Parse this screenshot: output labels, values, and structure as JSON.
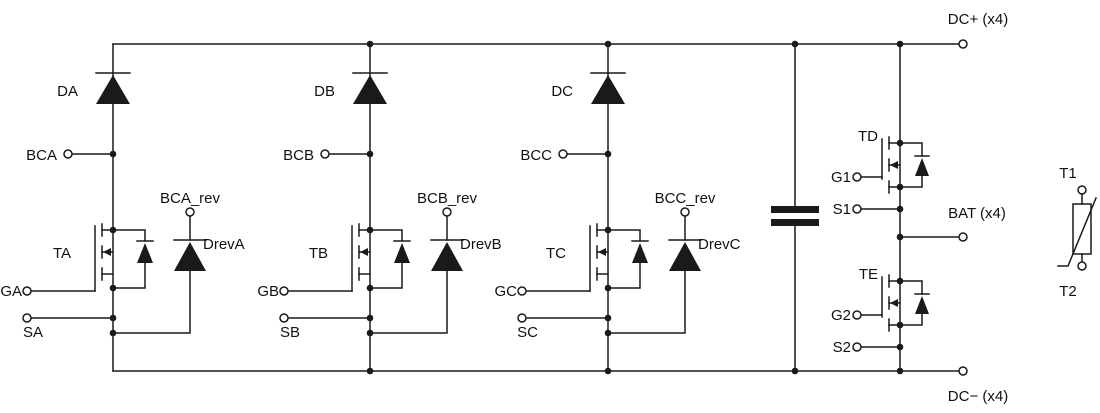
{
  "rails": {
    "dc_plus": "DC+ (x4)",
    "dc_minus": "DC− (x4)",
    "bat": "BAT (x4)"
  },
  "legs": [
    {
      "diode": "DA",
      "bc": "BCA",
      "bc_rev": "BCA_rev",
      "mosfet": "TA",
      "drev": "DrevA",
      "gate": "GA",
      "source": "SA"
    },
    {
      "diode": "DB",
      "bc": "BCB",
      "bc_rev": "BCB_rev",
      "mosfet": "TB",
      "drev": "DrevB",
      "gate": "GB",
      "source": "SB"
    },
    {
      "diode": "DC",
      "bc": "BCC",
      "bc_rev": "BCC_rev",
      "mosfet": "TC",
      "drev": "DrevC",
      "gate": "GC",
      "source": "SC"
    }
  ],
  "battery_switches": [
    {
      "mosfet": "TD",
      "gate": "G1",
      "source": "S1"
    },
    {
      "mosfet": "TE",
      "gate": "G2",
      "source": "S2"
    }
  ],
  "thermistor": {
    "top": "T1",
    "bottom": "T2"
  },
  "colors": {
    "line": "#1a1a1a",
    "background": "#ffffff",
    "text": "#111111"
  }
}
